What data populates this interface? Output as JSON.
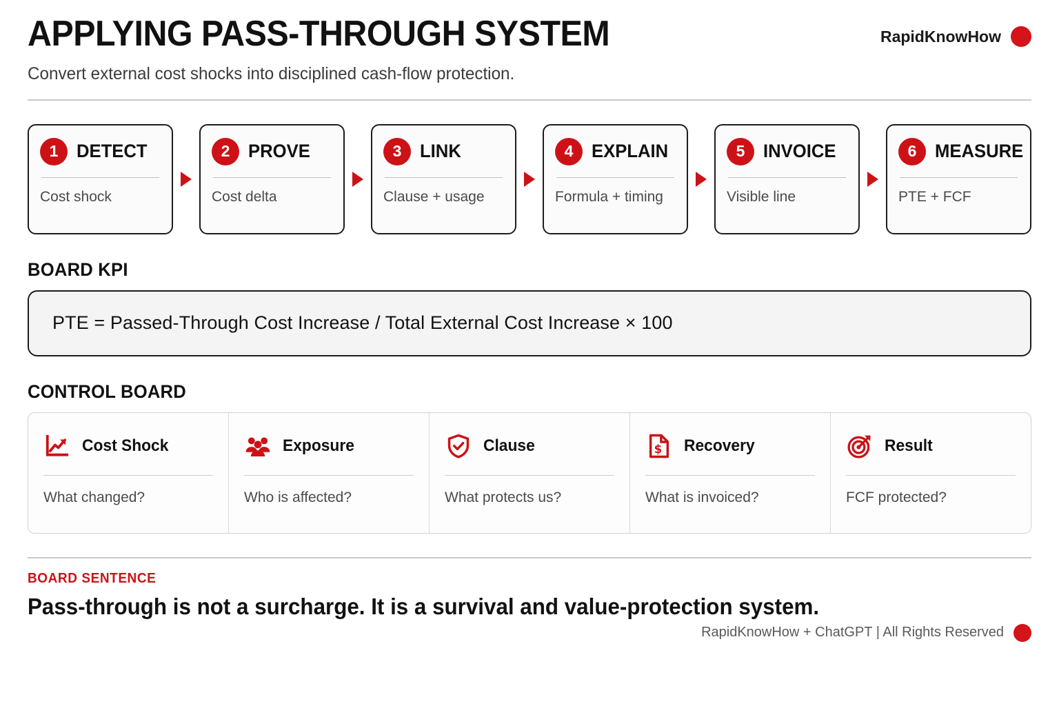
{
  "header": {
    "title": "APPLYING PASS-THROUGH SYSTEM",
    "subtitle": "Convert external cost shocks into disciplined cash-flow protection.",
    "brand_name": "RapidKnowHow",
    "brand_dot_icon": "red-dot-icon",
    "brand_color": "#d4131a"
  },
  "process": {
    "steps": [
      {
        "number": "1",
        "title": "DETECT",
        "subtitle": "Cost shock"
      },
      {
        "number": "2",
        "title": "PROVE",
        "subtitle": "Cost delta"
      },
      {
        "number": "3",
        "title": "LINK",
        "subtitle": "Clause + usage"
      },
      {
        "number": "4",
        "title": "EXPLAIN",
        "subtitle": "Formula + timing"
      },
      {
        "number": "5",
        "title": "INVOICE",
        "subtitle": "Visible line"
      },
      {
        "number": "6",
        "title": "MEASURE",
        "subtitle": "PTE + FCF"
      }
    ],
    "connector_icon": "right-triangle-arrow-icon"
  },
  "kpi": {
    "heading": "BOARD KPI",
    "formula": "PTE = Passed-Through Cost Increase / Total External Cost Increase × 100"
  },
  "control_board": {
    "heading": "CONTROL BOARD",
    "cards": [
      {
        "icon": "chart-line-up-icon",
        "label": "Cost Shock",
        "question": "What changed?"
      },
      {
        "icon": "users-group-icon",
        "label": "Exposure",
        "question": "Who is affected?"
      },
      {
        "icon": "shield-check-icon",
        "label": "Clause",
        "question": "What protects us?"
      },
      {
        "icon": "invoice-dollar-icon",
        "label": "Recovery",
        "question": "What is invoiced?"
      },
      {
        "icon": "target-arrow-icon",
        "label": "Result",
        "question": "FCF protected?"
      }
    ]
  },
  "footer": {
    "kicker": "BOARD SENTENCE",
    "sentence": "Pass-through is not a surcharge. It is a survival and value-protection system.",
    "credit": "RapidKnowHow + ChatGPT | All Rights Reserved",
    "credit_dot_icon": "red-dot-icon"
  },
  "colors": {
    "accent_red": "#cc1217",
    "ink": "#111111",
    "muted": "#4a4a4a"
  }
}
